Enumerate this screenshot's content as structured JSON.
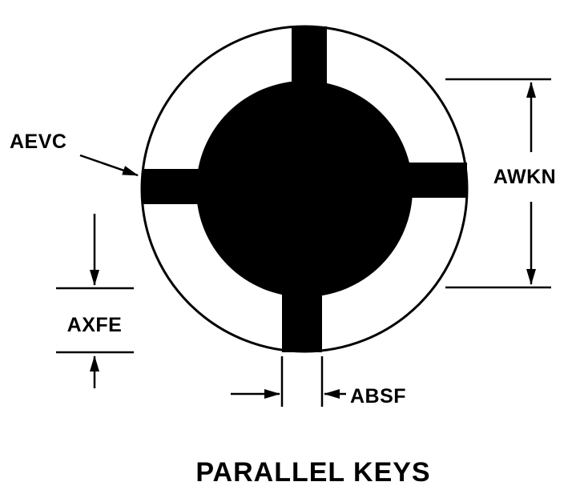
{
  "figure": {
    "title": "PARALLEL KEYS",
    "callout": "AEVC",
    "dim_right": "AWKN",
    "dim_left": "AXFE",
    "dim_bottom": "ABSF",
    "ink_color": "#000000",
    "background_color": "#ffffff"
  }
}
